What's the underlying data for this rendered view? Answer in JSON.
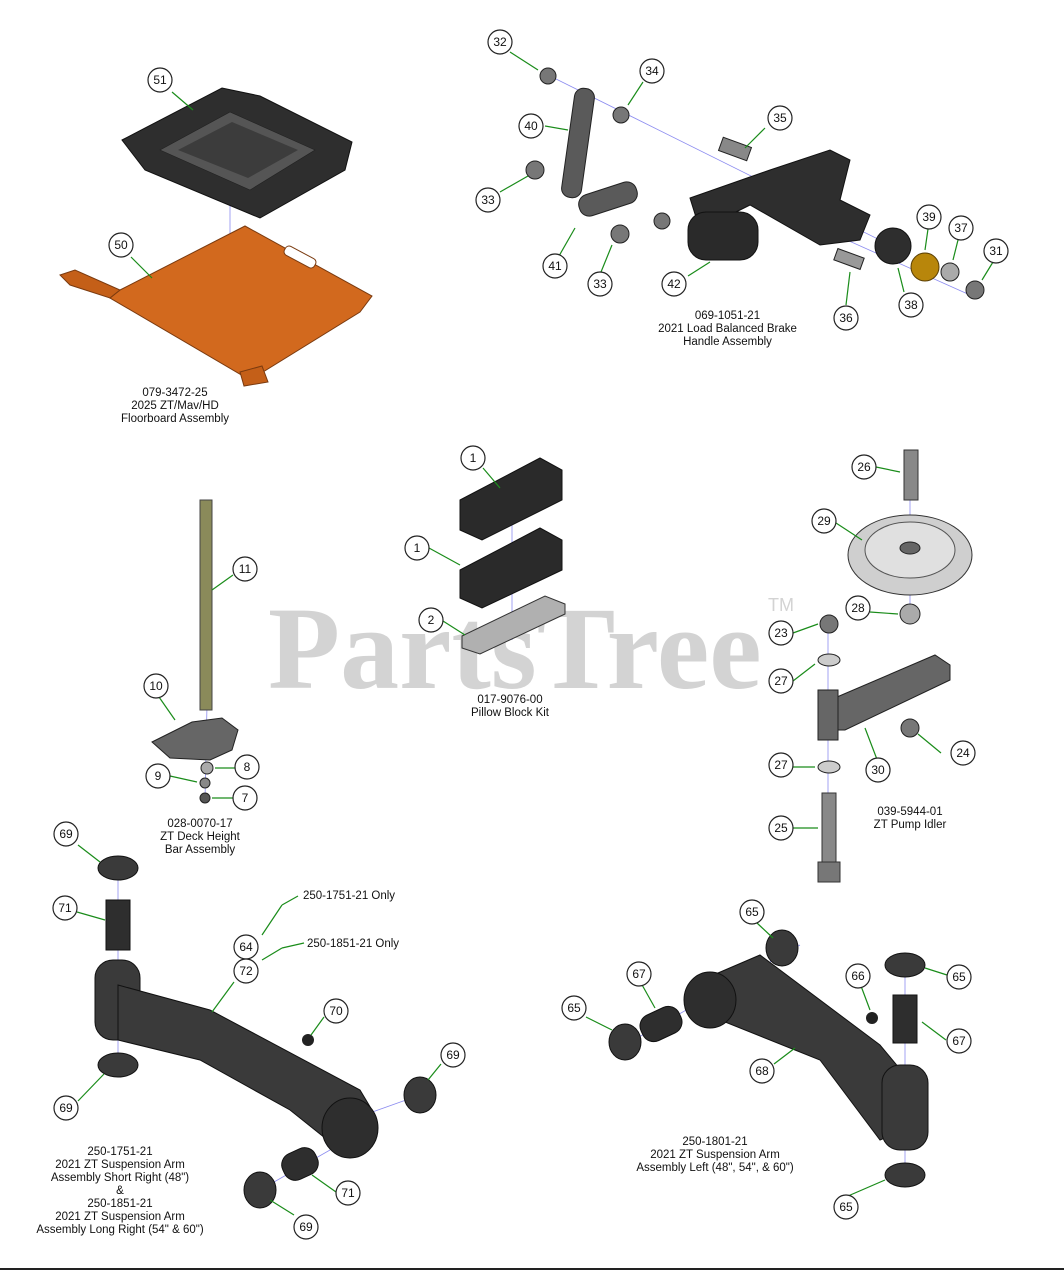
{
  "watermark": {
    "text": "PartsTree",
    "tm": "TM"
  },
  "colors": {
    "leader": "#1a8c1a",
    "floorboard": "#d2691e",
    "part_dark": "#2e2e2e",
    "bushing": "#b8860b"
  },
  "assemblies": [
    {
      "id": "floorboard",
      "lines": [
        "079-3472-25",
        "2025 ZT/Mav/HD",
        "Floorboard Assembly"
      ],
      "callouts": [
        "51",
        "50"
      ]
    },
    {
      "id": "brake-handle",
      "lines": [
        "069-1051-21",
        "2021 Load Balanced Brake",
        "Handle Assembly"
      ],
      "callouts": [
        "32",
        "34",
        "40",
        "35",
        "33",
        "33",
        "41",
        "42",
        "39",
        "37",
        "31",
        "38",
        "36"
      ]
    },
    {
      "id": "deck-height-bar",
      "lines": [
        "028-0070-17",
        "ZT Deck Height",
        "Bar Assembly"
      ],
      "callouts": [
        "11",
        "10",
        "8",
        "9",
        "7"
      ]
    },
    {
      "id": "pillow-block",
      "lines": [
        "017-9076-00",
        "Pillow Block Kit"
      ],
      "callouts": [
        "1",
        "1",
        "2"
      ]
    },
    {
      "id": "pump-idler",
      "lines": [
        "039-5944-01",
        "ZT Pump Idler"
      ],
      "callouts": [
        "26",
        "29",
        "28",
        "23",
        "27",
        "24",
        "30",
        "27",
        "25"
      ]
    },
    {
      "id": "suspension-right",
      "lines": [
        "250-1751-21",
        "2021 ZT Suspension Arm",
        "Assembly Short Right (48\")",
        "&",
        "250-1851-21",
        "2021 ZT Suspension Arm",
        "Assembly Long Right (54\" & 60\")"
      ],
      "callouts": [
        "69",
        "71",
        "64",
        "72",
        "70",
        "69",
        "69",
        "71",
        "69"
      ]
    },
    {
      "id": "suspension-left",
      "lines": [
        "250-1801-21",
        "2021 ZT Suspension Arm",
        "Assembly Left (48\", 54\", & 60\")"
      ],
      "callouts": [
        "65",
        "67",
        "66",
        "65",
        "65",
        "68",
        "67",
        "65"
      ]
    }
  ],
  "notes": {
    "only_1751": "250-1751-21 Only",
    "only_1851": "250-1851-21 Only"
  }
}
